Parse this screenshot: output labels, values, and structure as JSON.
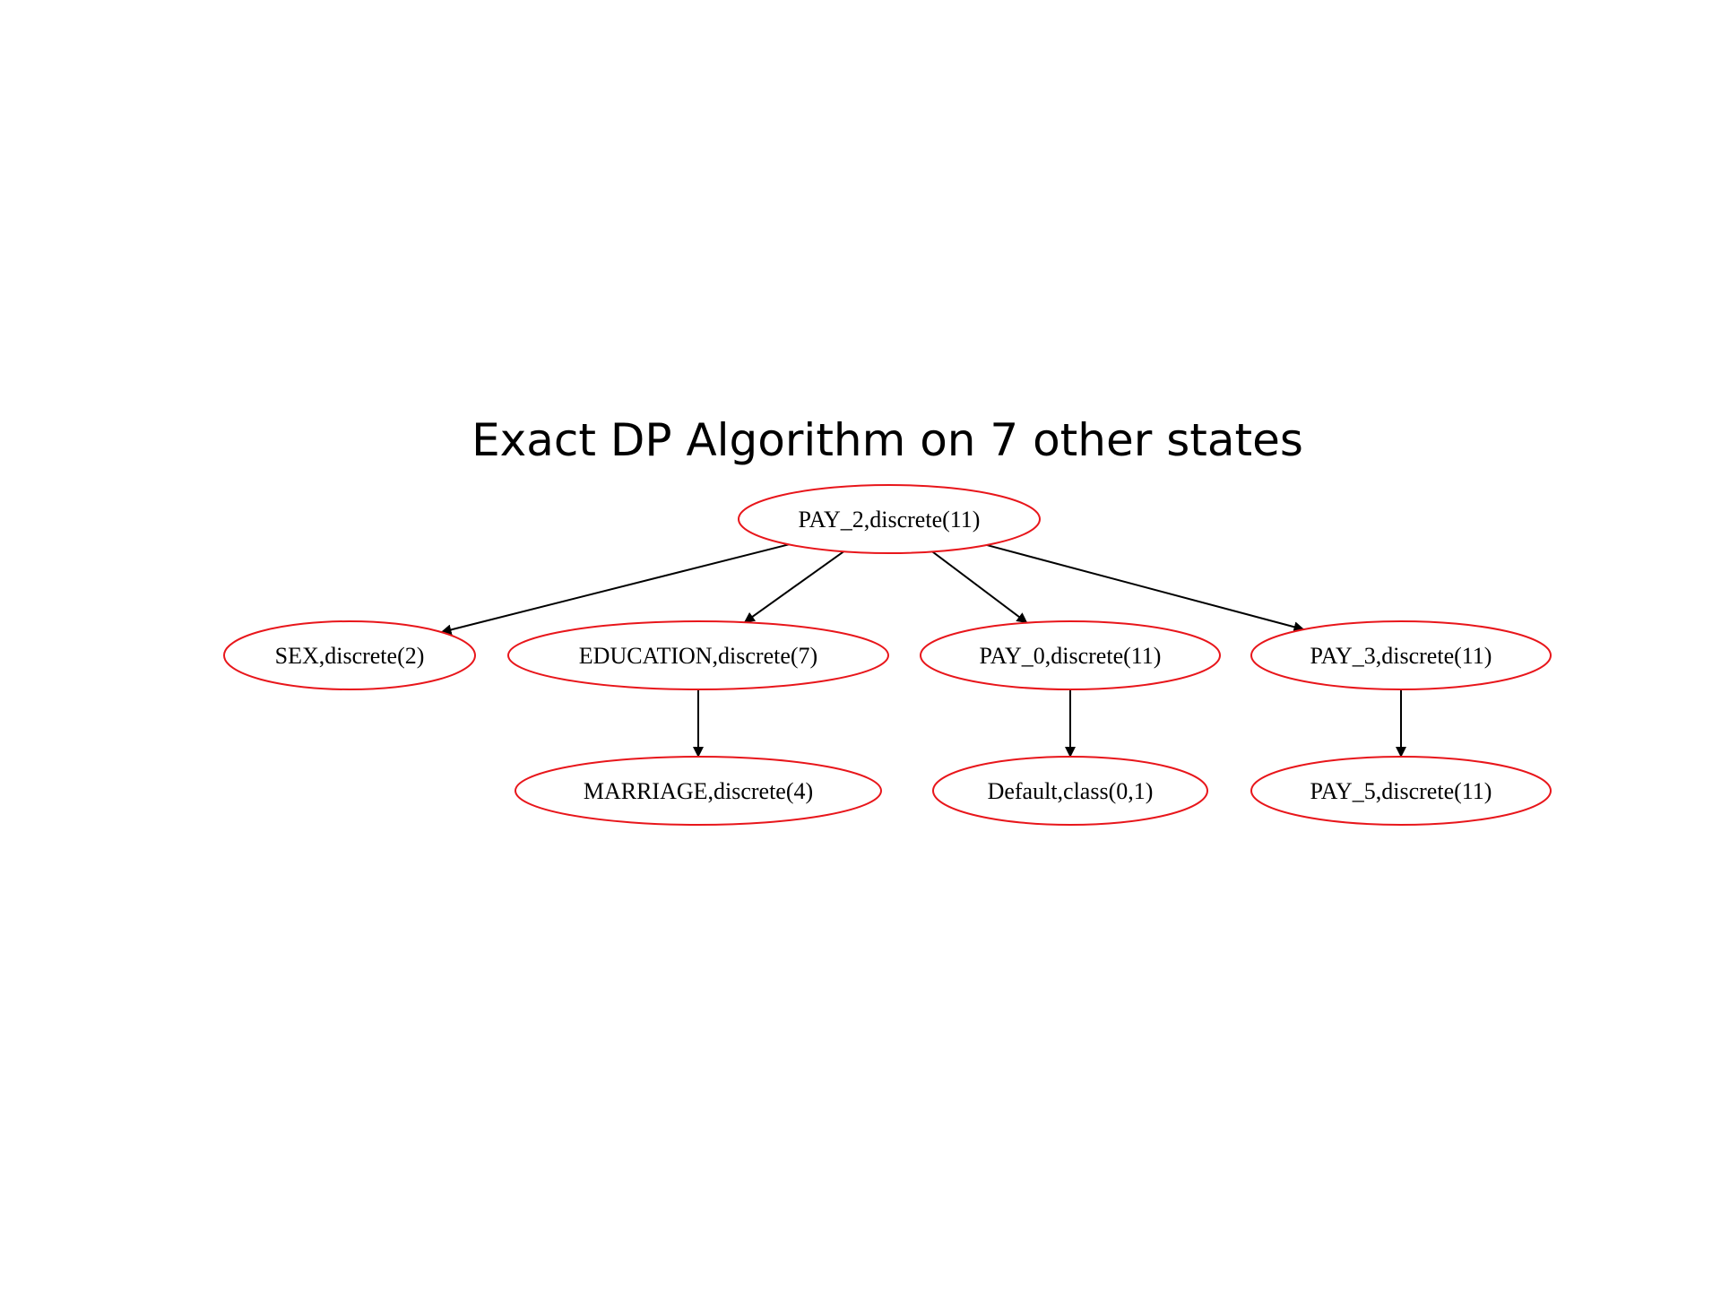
{
  "title": "Exact DP Algorithm on 7 other states",
  "colors": {
    "node_stroke": "#e8161b",
    "edge": "#000000"
  },
  "nodes": [
    {
      "id": "pay2",
      "label": "PAY_2,discrete(11)"
    },
    {
      "id": "sex",
      "label": "SEX,discrete(2)"
    },
    {
      "id": "education",
      "label": "EDUCATION,discrete(7)"
    },
    {
      "id": "pay0",
      "label": "PAY_0,discrete(11)"
    },
    {
      "id": "pay3",
      "label": "PAY_3,discrete(11)"
    },
    {
      "id": "marriage",
      "label": "MARRIAGE,discrete(4)"
    },
    {
      "id": "default",
      "label": "Default,class(0,1)"
    },
    {
      "id": "pay5",
      "label": "PAY_5,discrete(11)"
    }
  ],
  "edges": [
    {
      "from": "pay2",
      "to": "sex"
    },
    {
      "from": "pay2",
      "to": "education"
    },
    {
      "from": "pay2",
      "to": "pay0"
    },
    {
      "from": "pay2",
      "to": "pay3"
    },
    {
      "from": "education",
      "to": "marriage"
    },
    {
      "from": "pay0",
      "to": "default"
    },
    {
      "from": "pay3",
      "to": "pay5"
    }
  ]
}
